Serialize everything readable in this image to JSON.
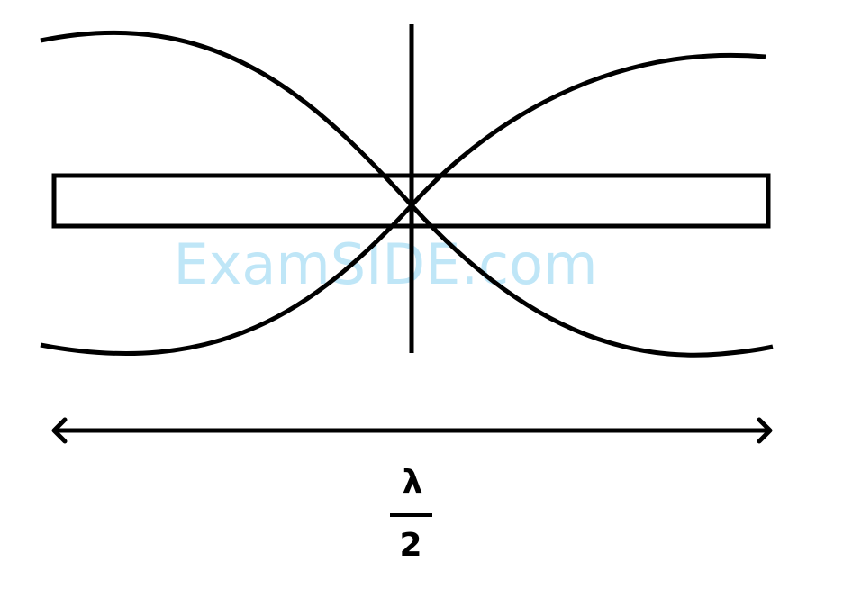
{
  "diagram": {
    "watermark": "ExamSIDE.com",
    "length_label": {
      "numerator": "λ",
      "denominator": "2"
    },
    "colors": {
      "stroke": "#000000",
      "watermark": "#bfe6f7"
    }
  }
}
